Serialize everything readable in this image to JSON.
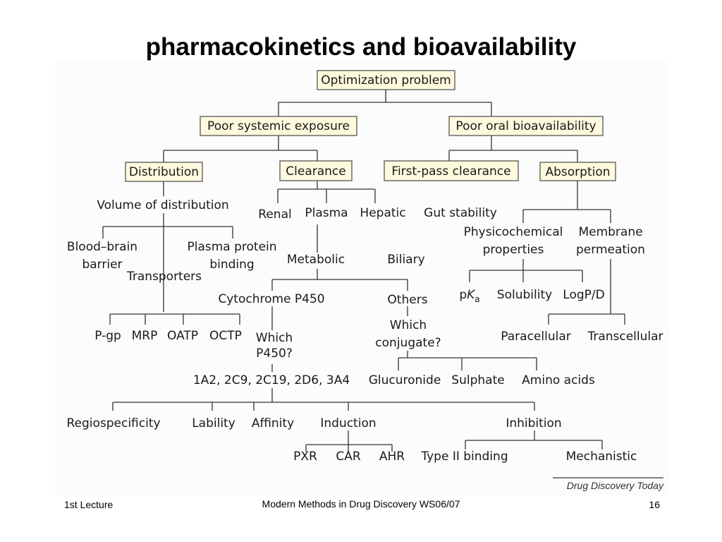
{
  "slide": {
    "title": "pharmacokinetics and bioavailability",
    "footer_left": "1st Lecture",
    "footer_center": "Modern Methods in Drug Discovery WS06/07",
    "footer_right": "16"
  },
  "diagram": {
    "credit": "Drug Discovery Today",
    "nodes": {
      "optimization_problem": "Optimization problem",
      "poor_systemic_exposure": "Poor systemic exposure",
      "poor_oral_bioavailability": "Poor oral bioavailability",
      "distribution": "Distribution",
      "clearance": "Clearance",
      "first_pass_clearance": "First-pass clearance",
      "absorption": "Absorption",
      "volume_of_distribution": "Volume of distribution",
      "blood_brain_barrier": [
        "Blood–brain",
        "barrier"
      ],
      "plasma_protein_binding": [
        "Plasma protein",
        "binding"
      ],
      "transporters": "Transporters",
      "p_gp": "P-gp",
      "mrp": "MRP",
      "oatp": "OATP",
      "octp": "OCTP",
      "renal": "Renal",
      "plasma": "Plasma",
      "hepatic": "Hepatic",
      "gut_stability": "Gut stability",
      "metabolic": "Metabolic",
      "biliary": "Biliary",
      "cytochrome_p450": "Cytochrome P450",
      "others": "Others",
      "which_p450": [
        "Which",
        "P450?"
      ],
      "which_conjugate": [
        "Which",
        "conjugate?"
      ],
      "cyp_isoforms": "1A2, 2C9, 2C19, 2D6, 3A4",
      "glucuronide": "Glucuronide",
      "sulphate": "Sulphate",
      "amino_acids": "Amino acids",
      "physicochemical_properties": [
        "Physicochemical",
        "properties"
      ],
      "membrane_permeation": [
        "Membrane",
        "permeation"
      ],
      "pka_prefix": "p",
      "pka_k": "K",
      "pka_sub": "a",
      "solubility": "Solubility",
      "logp_d": "LogP/D",
      "paracellular": "Paracellular",
      "transcellular": "Transcellular",
      "regiospecificity": "Regiospecificity",
      "lability": "Lability",
      "affinity": "Affinity",
      "induction": "Induction",
      "inhibition": "Inhibition",
      "pxr": "PXR",
      "car": "CAR",
      "ahr": "AHR",
      "type_ii_binding": "Type II binding",
      "mechanistic": "Mechanistic"
    }
  }
}
